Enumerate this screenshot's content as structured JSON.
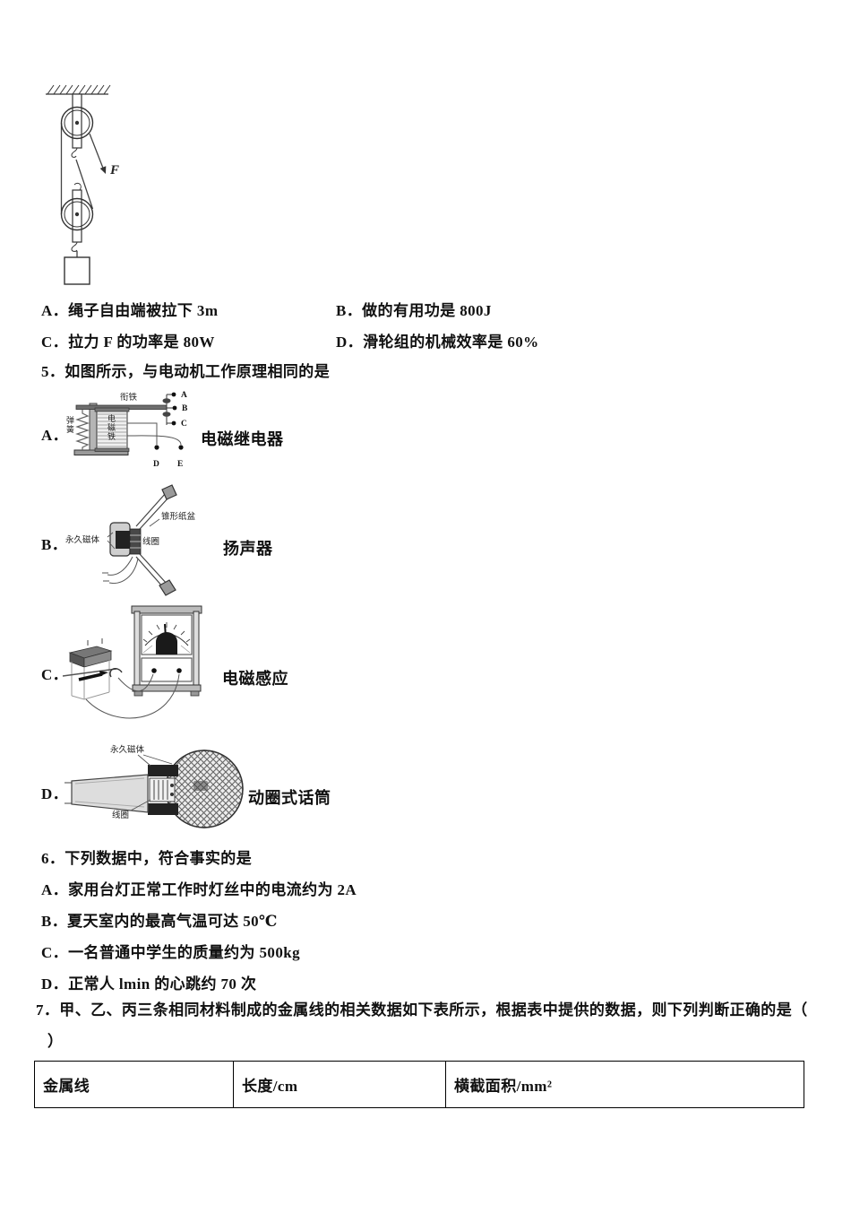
{
  "q4": {
    "options": [
      {
        "label": "A．",
        "text": "绳子自由端被拉下 3m"
      },
      {
        "label": "B．",
        "text": "做的有用功是 800J"
      },
      {
        "label": "C．",
        "text": "拉力 F 的功率是 80W"
      },
      {
        "label": "D．",
        "text": "滑轮组的机械效率是 60%"
      }
    ]
  },
  "pulley": {
    "force_label": "F"
  },
  "q5": {
    "stem": "5．如图所示，与电动机工作原理相同的是",
    "options": [
      {
        "label": "A．",
        "caption": "电磁继电器"
      },
      {
        "label": "B．",
        "caption": "扬声器"
      },
      {
        "label": "C．",
        "caption": "电磁感应"
      },
      {
        "label": "D．",
        "caption": "动圈式话筒"
      }
    ],
    "relay_labels": {
      "armature": "衔铁",
      "spring": "弹簧",
      "coil": "电磁铁",
      "a": "A",
      "b": "B",
      "c": "C",
      "d": "D",
      "e": "E"
    },
    "speaker_labels": {
      "cone": "锥形纸盆",
      "magnet": "永久磁体",
      "coil": "线圈"
    },
    "mic_labels": {
      "magnet": "永久磁体",
      "coil": "线圈"
    }
  },
  "q6": {
    "stem": "6．下列数据中，符合事实的是",
    "options": [
      {
        "label": "A．",
        "text": "家用台灯正常工作时灯丝中的电流约为 2A"
      },
      {
        "label": "B．",
        "text": "夏天室内的最高气温可达 50℃"
      },
      {
        "label": "C．",
        "text": "一名普通中学生的质量约为 500kg"
      },
      {
        "label": "D．",
        "text": "正常人 lmin 的心跳约 70 次"
      }
    ]
  },
  "q7": {
    "stem_line1": "7．甲、乙、丙三条相同材料制成的金属线的相关数据如下表所示，根据表中提供的数据，则下列判断正确的是（",
    "stem_line2": "）",
    "table": {
      "headers": [
        "金属线",
        "长度/cm",
        "横截面积/mm²"
      ]
    }
  }
}
